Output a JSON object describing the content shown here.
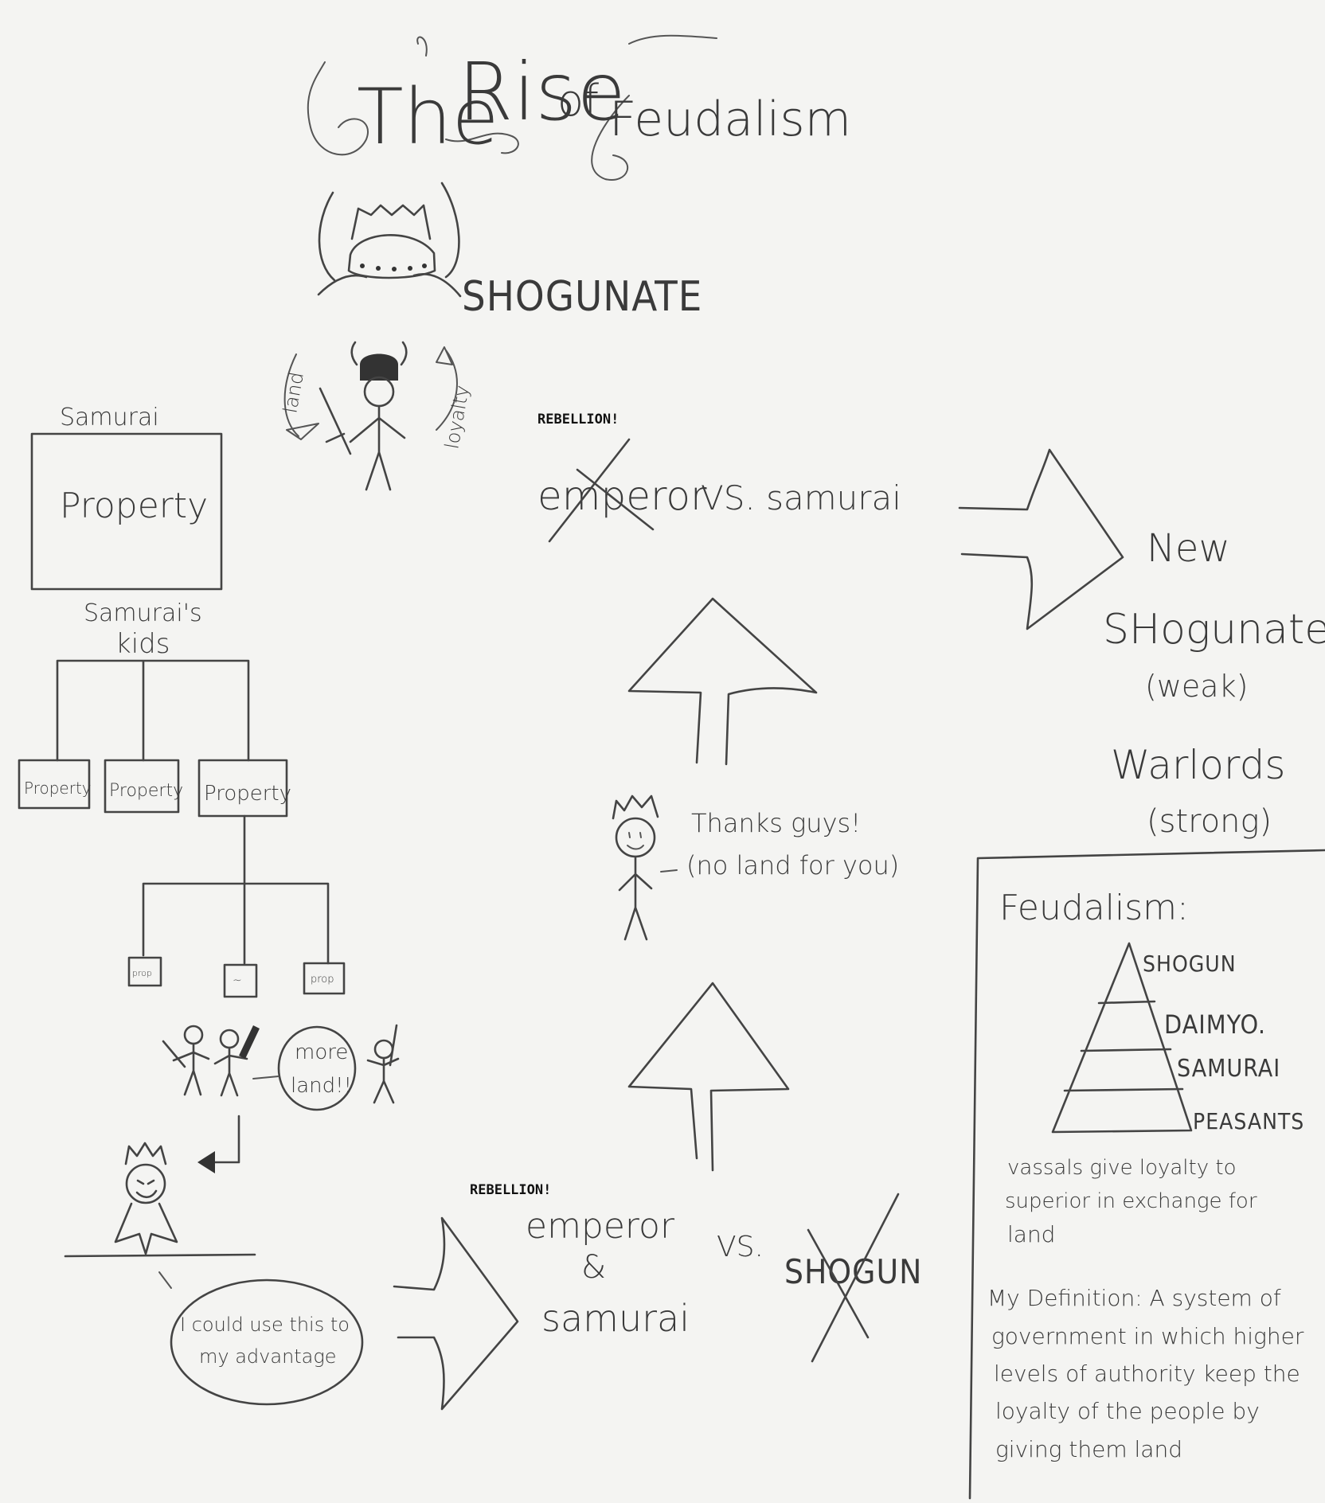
{
  "title": {
    "word1": "The",
    "word2": "Rise",
    "word3": "of",
    "word4": "Feudalism"
  },
  "shogunate_label": "SHOGUNATE",
  "cycle_labels": {
    "land": "land",
    "loyalty": "loyalty"
  },
  "samurai_panel": {
    "samurai": "Samurai",
    "property": "Property",
    "kids_line1": "Samurai's",
    "kids_line2": "kids",
    "property_children": [
      "Property",
      "Property",
      "Property"
    ],
    "grandchildren": [
      "prop",
      "~",
      "prop"
    ],
    "speech_more_land_line1": "more",
    "speech_more_land_line2": "land!!"
  },
  "emperor_scheme": {
    "speech_line1": "I could use this to",
    "speech_line2": "my advantage"
  },
  "rebellion_1": {
    "stamp": "REBELLION!",
    "side_a_line1": "emperor",
    "side_a_line2": "&",
    "side_a_line3": "samurai",
    "vs": "VS.",
    "side_b": "SHOGUN"
  },
  "thanks": {
    "line1": "Thanks guys!",
    "line2": "(no land for you)"
  },
  "rebellion_2": {
    "stamp": "REBELLION!",
    "side_a": "emperor",
    "vs_side_b": "VS. samurai"
  },
  "result": {
    "new": "New",
    "shogunate": "SHogunate!",
    "weak": "(weak)",
    "warlords": "Warlords",
    "strong": "(strong)"
  },
  "feudalism_box": {
    "heading": "Feudalism:",
    "pyramid_levels": [
      "SHOGUN",
      "DAIMYO.",
      "SAMURAI",
      "PEASANTS"
    ],
    "note_line1": "vassals give loyalty to",
    "note_line2": "superior in exchange for",
    "note_line3": "land",
    "definition_line1": "My Definition: A system of",
    "definition_line2": "government in which higher",
    "definition_line3": "levels of authority keep the",
    "definition_line4": "loyalty of the people by",
    "definition_line5": "giving them land"
  }
}
